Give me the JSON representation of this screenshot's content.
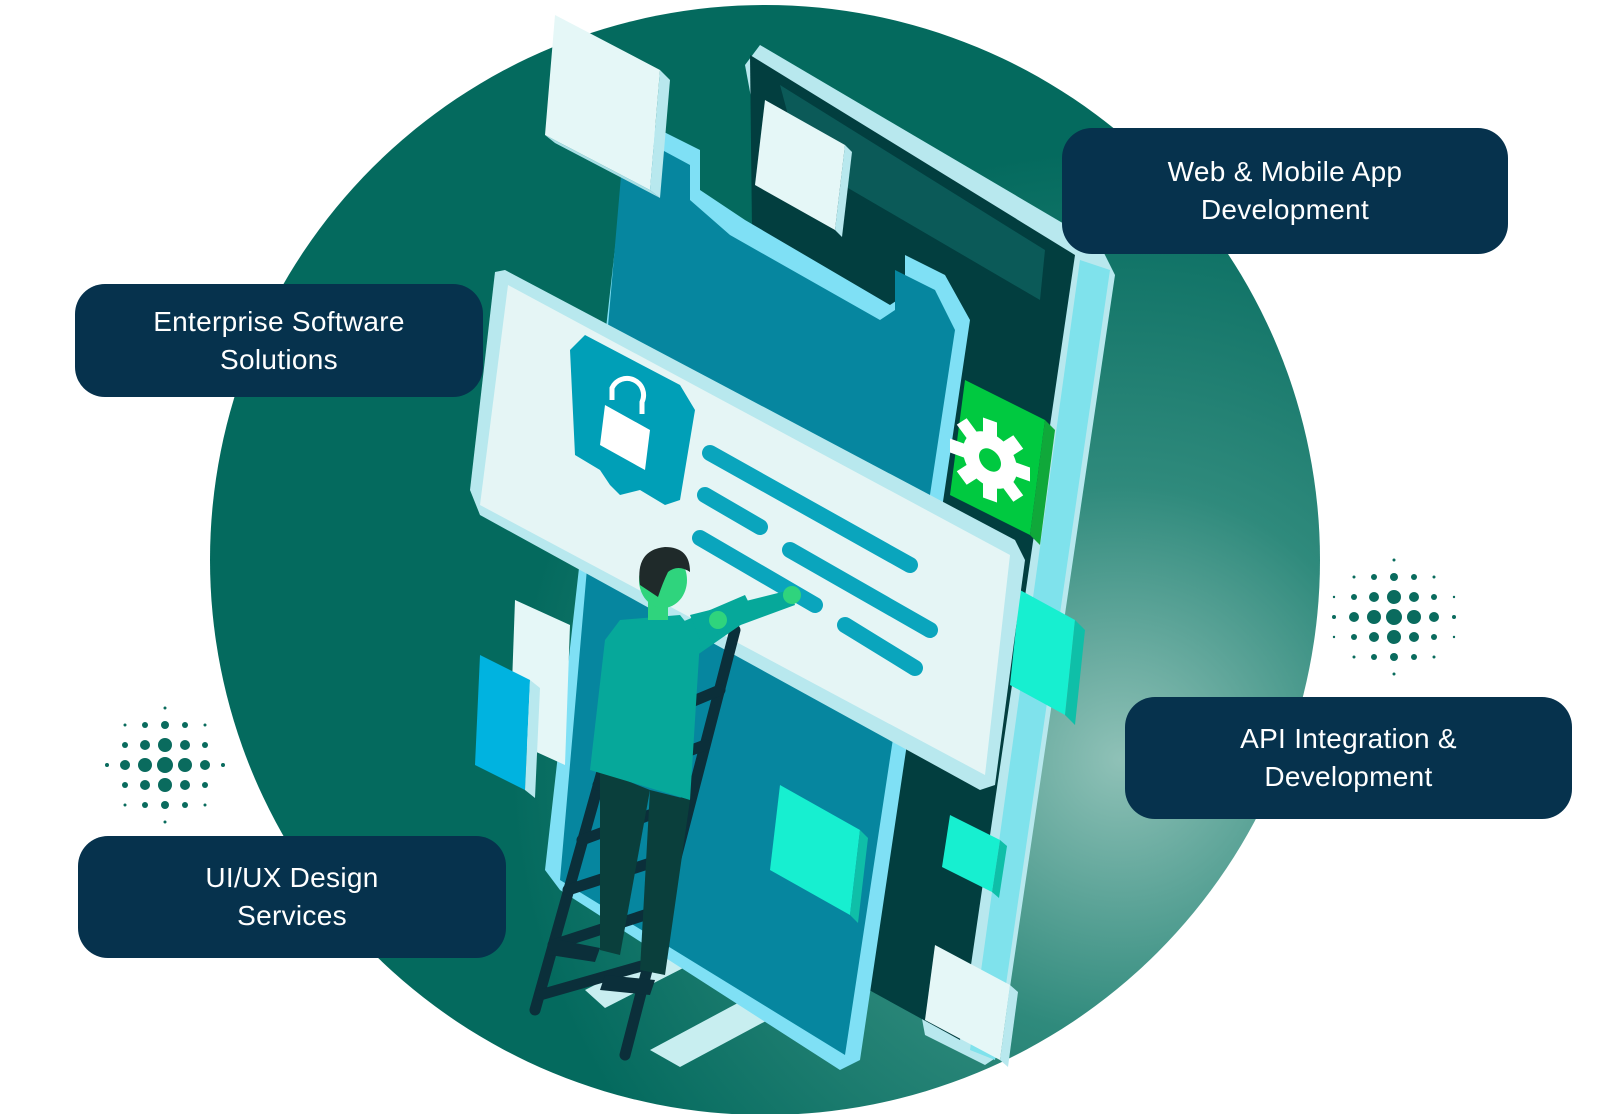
{
  "services": [
    {
      "id": "card-web",
      "name": "service-card-web-mobile",
      "lines": [
        "Web & Mobile App",
        "Development"
      ]
    },
    {
      "id": "card-enterprise",
      "name": "service-card-enterprise",
      "lines": [
        "Enterprise Software",
        "Solutions"
      ]
    },
    {
      "id": "card-api",
      "name": "service-card-api",
      "lines": [
        "API Integration &",
        "Development"
      ]
    },
    {
      "id": "card-uiux",
      "name": "service-card-uiux",
      "lines": [
        "UI/UX Design",
        "Services"
      ]
    }
  ],
  "colors": {
    "card_bg": "#06324d",
    "circle": "#046a5e",
    "screen": "#05869e",
    "accent_mint": "#17efd0",
    "accent_green": "#00c940"
  },
  "icons": [
    "lock-icon",
    "gear-icon"
  ]
}
